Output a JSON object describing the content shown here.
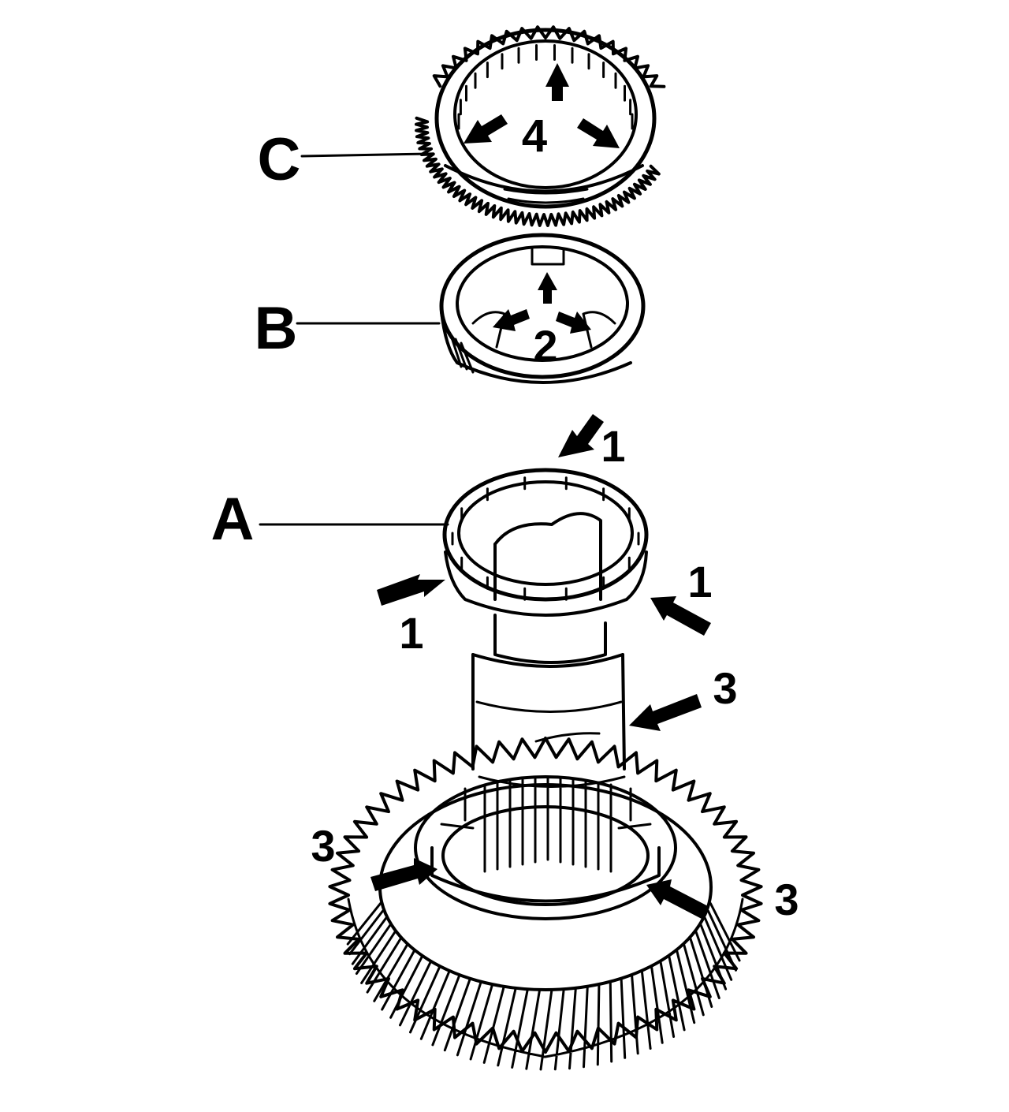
{
  "parts": {
    "a": {
      "label": "A"
    },
    "b": {
      "label": "B"
    },
    "c": {
      "label": "C"
    }
  },
  "callouts": {
    "one": "1",
    "two": "2",
    "three": "3",
    "four": "4"
  },
  "colors": {
    "ink": "#000000",
    "paper": "#ffffff"
  }
}
